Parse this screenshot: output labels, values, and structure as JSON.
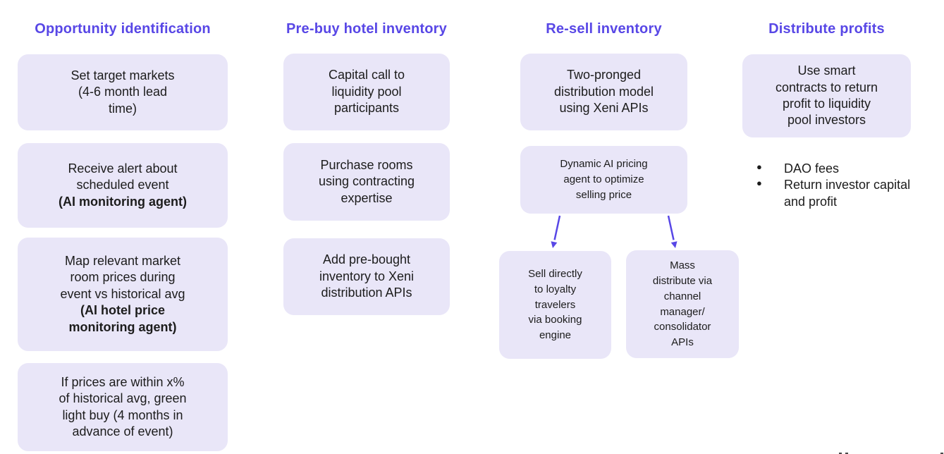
{
  "colors": {
    "accent_purple": "#5847E6",
    "box_background": "#E9E6F8",
    "body_text": "#1C1C1C"
  },
  "columns": [
    {
      "title": "Opportunity identification",
      "boxes": [
        {
          "text": "Set target markets\n(4-6 month lead\ntime)"
        },
        {
          "text": "Receive alert about\nscheduled event",
          "bold": "(AI monitoring agent)"
        },
        {
          "text": "Map relevant market\nroom prices during\nevent vs historical avg",
          "bold": "(AI hotel price\nmonitoring agent)"
        },
        {
          "text": "If prices are within x%\nof historical avg, green\nlight buy (4 months in\nadvance of event)"
        }
      ]
    },
    {
      "title": "Pre-buy hotel inventory",
      "boxes": [
        {
          "text": "Capital call to\nliquidity pool\nparticipants"
        },
        {
          "text": "Purchase rooms\nusing contracting\nexpertise"
        },
        {
          "text": "Add pre-bought\ninventory to Xeni\ndistribution APIs"
        }
      ]
    },
    {
      "title": "Re-sell inventory",
      "boxes": [
        {
          "text": "Two-pronged\ndistribution model\nusing Xeni APIs"
        },
        {
          "text": "Dynamic AI pricing\nagent to optimize\nselling price"
        }
      ],
      "sub_boxes": [
        {
          "text": "Sell directly\nto loyalty\ntravelers\nvia booking\nengine"
        },
        {
          "text": "Mass\ndistribute via\nchannel\nmanager/\nconsolidator\nAPIs"
        }
      ]
    },
    {
      "title": "Distribute profits",
      "boxes": [
        {
          "text": "Use smart\ncontracts to return\nprofit to liquidity\npool investors"
        }
      ],
      "bullets": [
        "DAO fees",
        "Return investor capital and profit"
      ]
    }
  ]
}
